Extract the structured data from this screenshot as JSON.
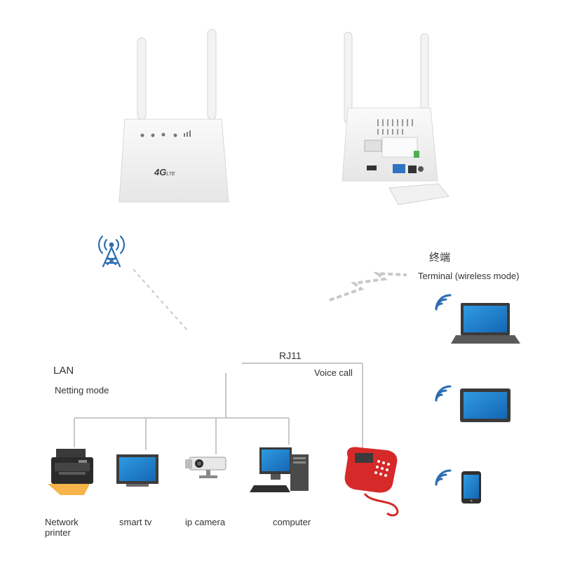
{
  "router": {
    "brand_label": "4G",
    "brand_sub": "LTE"
  },
  "terminal": {
    "title_cn": "终端",
    "title_en": "Terminal (wireless mode)"
  },
  "lan": {
    "title": "LAN",
    "subtitle": "Netting mode"
  },
  "voice": {
    "port": "RJ11",
    "label": "Voice call"
  },
  "devices": {
    "printer": "Network\nprinter",
    "smart_tv": "smart tv",
    "ip_camera": "ip camera",
    "computer": "computer"
  },
  "colors": {
    "router_body": "#f4f4f4",
    "line": "#c8c8c8",
    "tower": "#2e6db4",
    "wifi": "#2e6db4",
    "phone_red": "#d62a2a"
  }
}
